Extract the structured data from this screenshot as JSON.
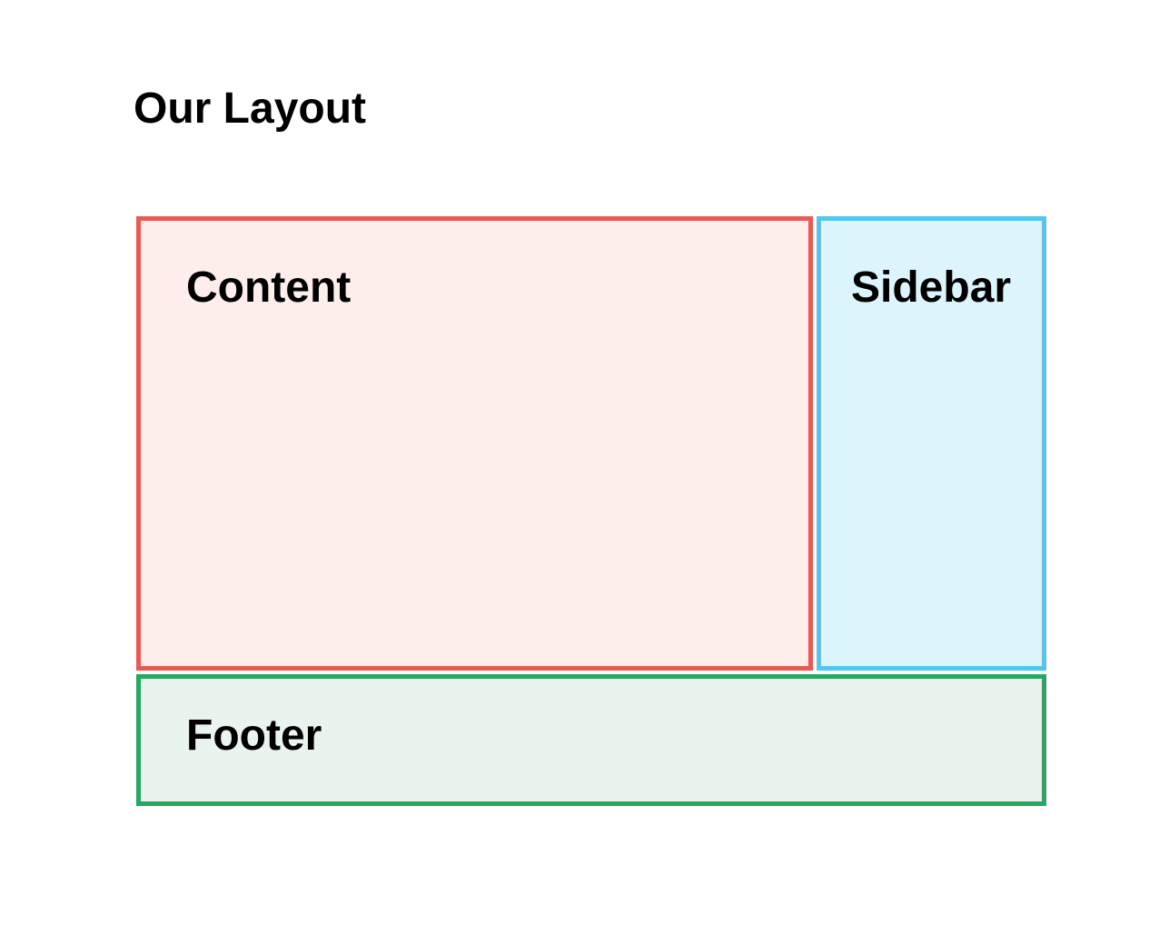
{
  "page": {
    "title": "Our Layout"
  },
  "sections": {
    "content": {
      "label": "Content"
    },
    "sidebar": {
      "label": "Sidebar"
    },
    "footer": {
      "label": "Footer"
    }
  },
  "colors": {
    "content_border": "#ea5a52",
    "content_bg": "#fdeeec",
    "sidebar_border": "#4ec8f0",
    "sidebar_bg": "#dcf4fc",
    "footer_border": "#27a860",
    "footer_bg": "#e9f4ee",
    "text": "#000000",
    "page_bg": "#ffffff"
  }
}
